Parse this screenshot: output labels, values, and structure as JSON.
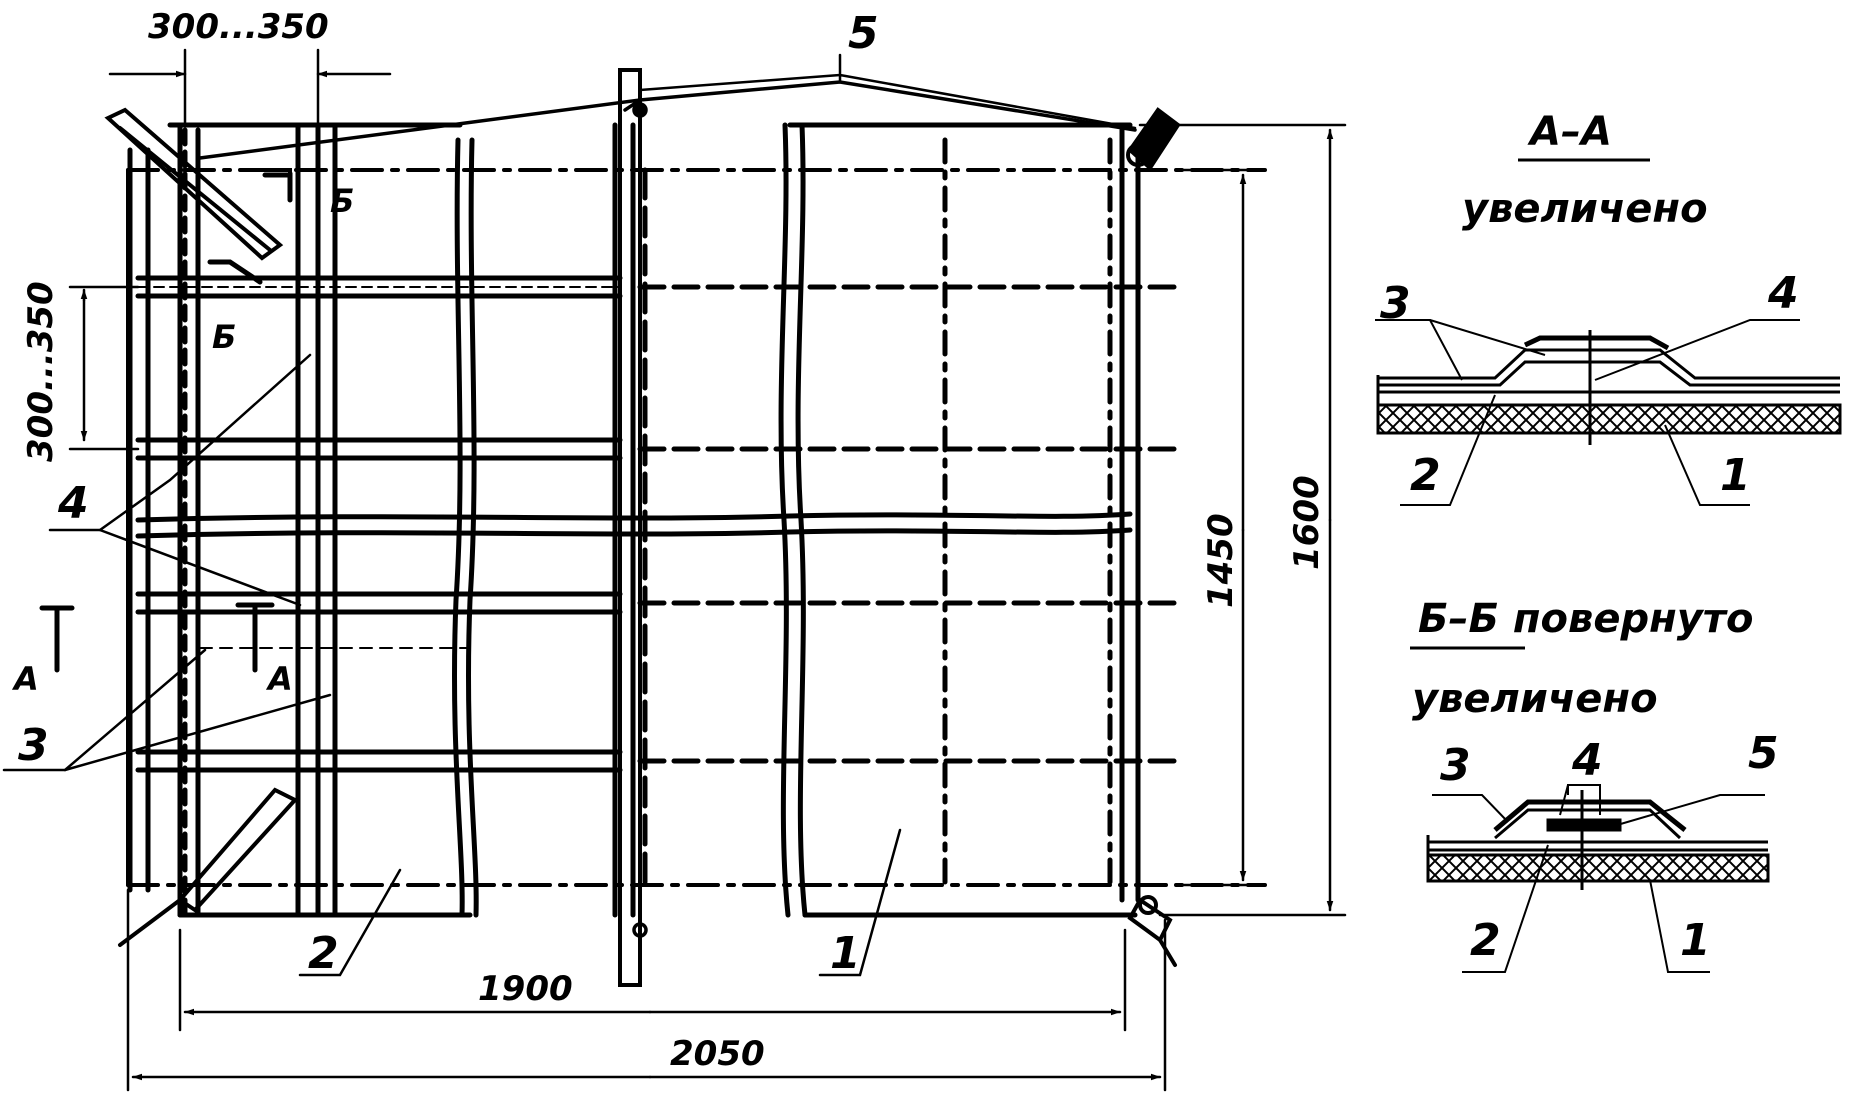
{
  "drawing": {
    "ink": "#000000",
    "paper": "#ffffff",
    "dimensions": {
      "top_spacing": "300...350",
      "left_spacing": "300...350",
      "width_inner": "1900",
      "width_overall": "2050",
      "height_inner": "1450",
      "height_overall": "1600"
    },
    "callouts": {
      "c5": "5",
      "c4": "4",
      "c3": "3",
      "c2": "2",
      "c1": "1"
    },
    "section_marks": {
      "b_upper": "Б",
      "b_lower": "Б",
      "a_left": "А",
      "a_right": "А"
    }
  },
  "section_aa": {
    "title": "А–А",
    "subtitle": "увеличено",
    "labels": {
      "l3": "3",
      "l4": "4",
      "l2": "2",
      "l1": "1"
    }
  },
  "section_bb": {
    "title": "Б–Б повернуто",
    "subtitle": "увеличено",
    "labels": {
      "l3": "3",
      "l4": "4",
      "l5": "5",
      "l2": "2",
      "l1": "1"
    }
  }
}
